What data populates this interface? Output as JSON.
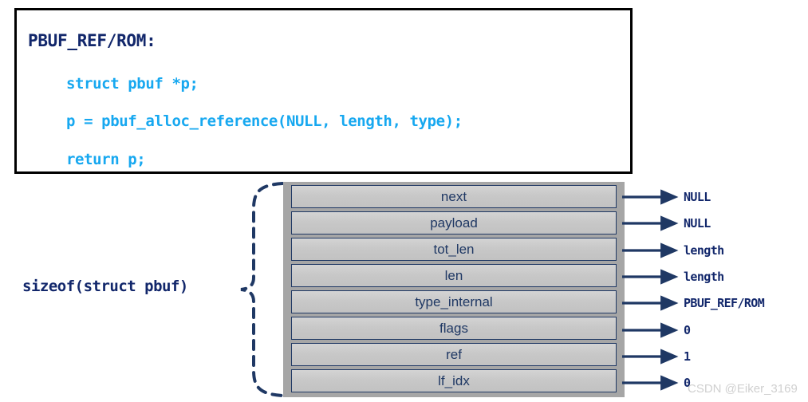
{
  "code_block": {
    "title": "PBUF_REF/ROM:",
    "lines": [
      "struct pbuf *p;",
      "p = pbuf_alloc_reference(NULL, length, type);",
      "return p;"
    ],
    "title_color": "#12276b",
    "code_color": "#17a8f0",
    "border_color": "#000000"
  },
  "struct_diagram": {
    "frame_color": "#a6a6a6",
    "row_border_color": "#1f3864",
    "row_text_color": "#1f3864",
    "fields": [
      {
        "name": "next",
        "value": "NULL"
      },
      {
        "name": "payload",
        "value": "NULL"
      },
      {
        "name": "tot_len",
        "value": "length"
      },
      {
        "name": "len",
        "value": "length"
      },
      {
        "name": "type_internal",
        "value": "PBUF_REF/ROM"
      },
      {
        "name": "flags",
        "value": "0"
      },
      {
        "name": "ref",
        "value": "1"
      },
      {
        "name": "lf_idx",
        "value": "0"
      }
    ]
  },
  "size_annotation": {
    "label": "sizeof(struct pbuf)",
    "brace_color": "#1f3864"
  },
  "watermark": {
    "text": "CSDN @Eiker_3169",
    "color": "#d0d0d0"
  }
}
